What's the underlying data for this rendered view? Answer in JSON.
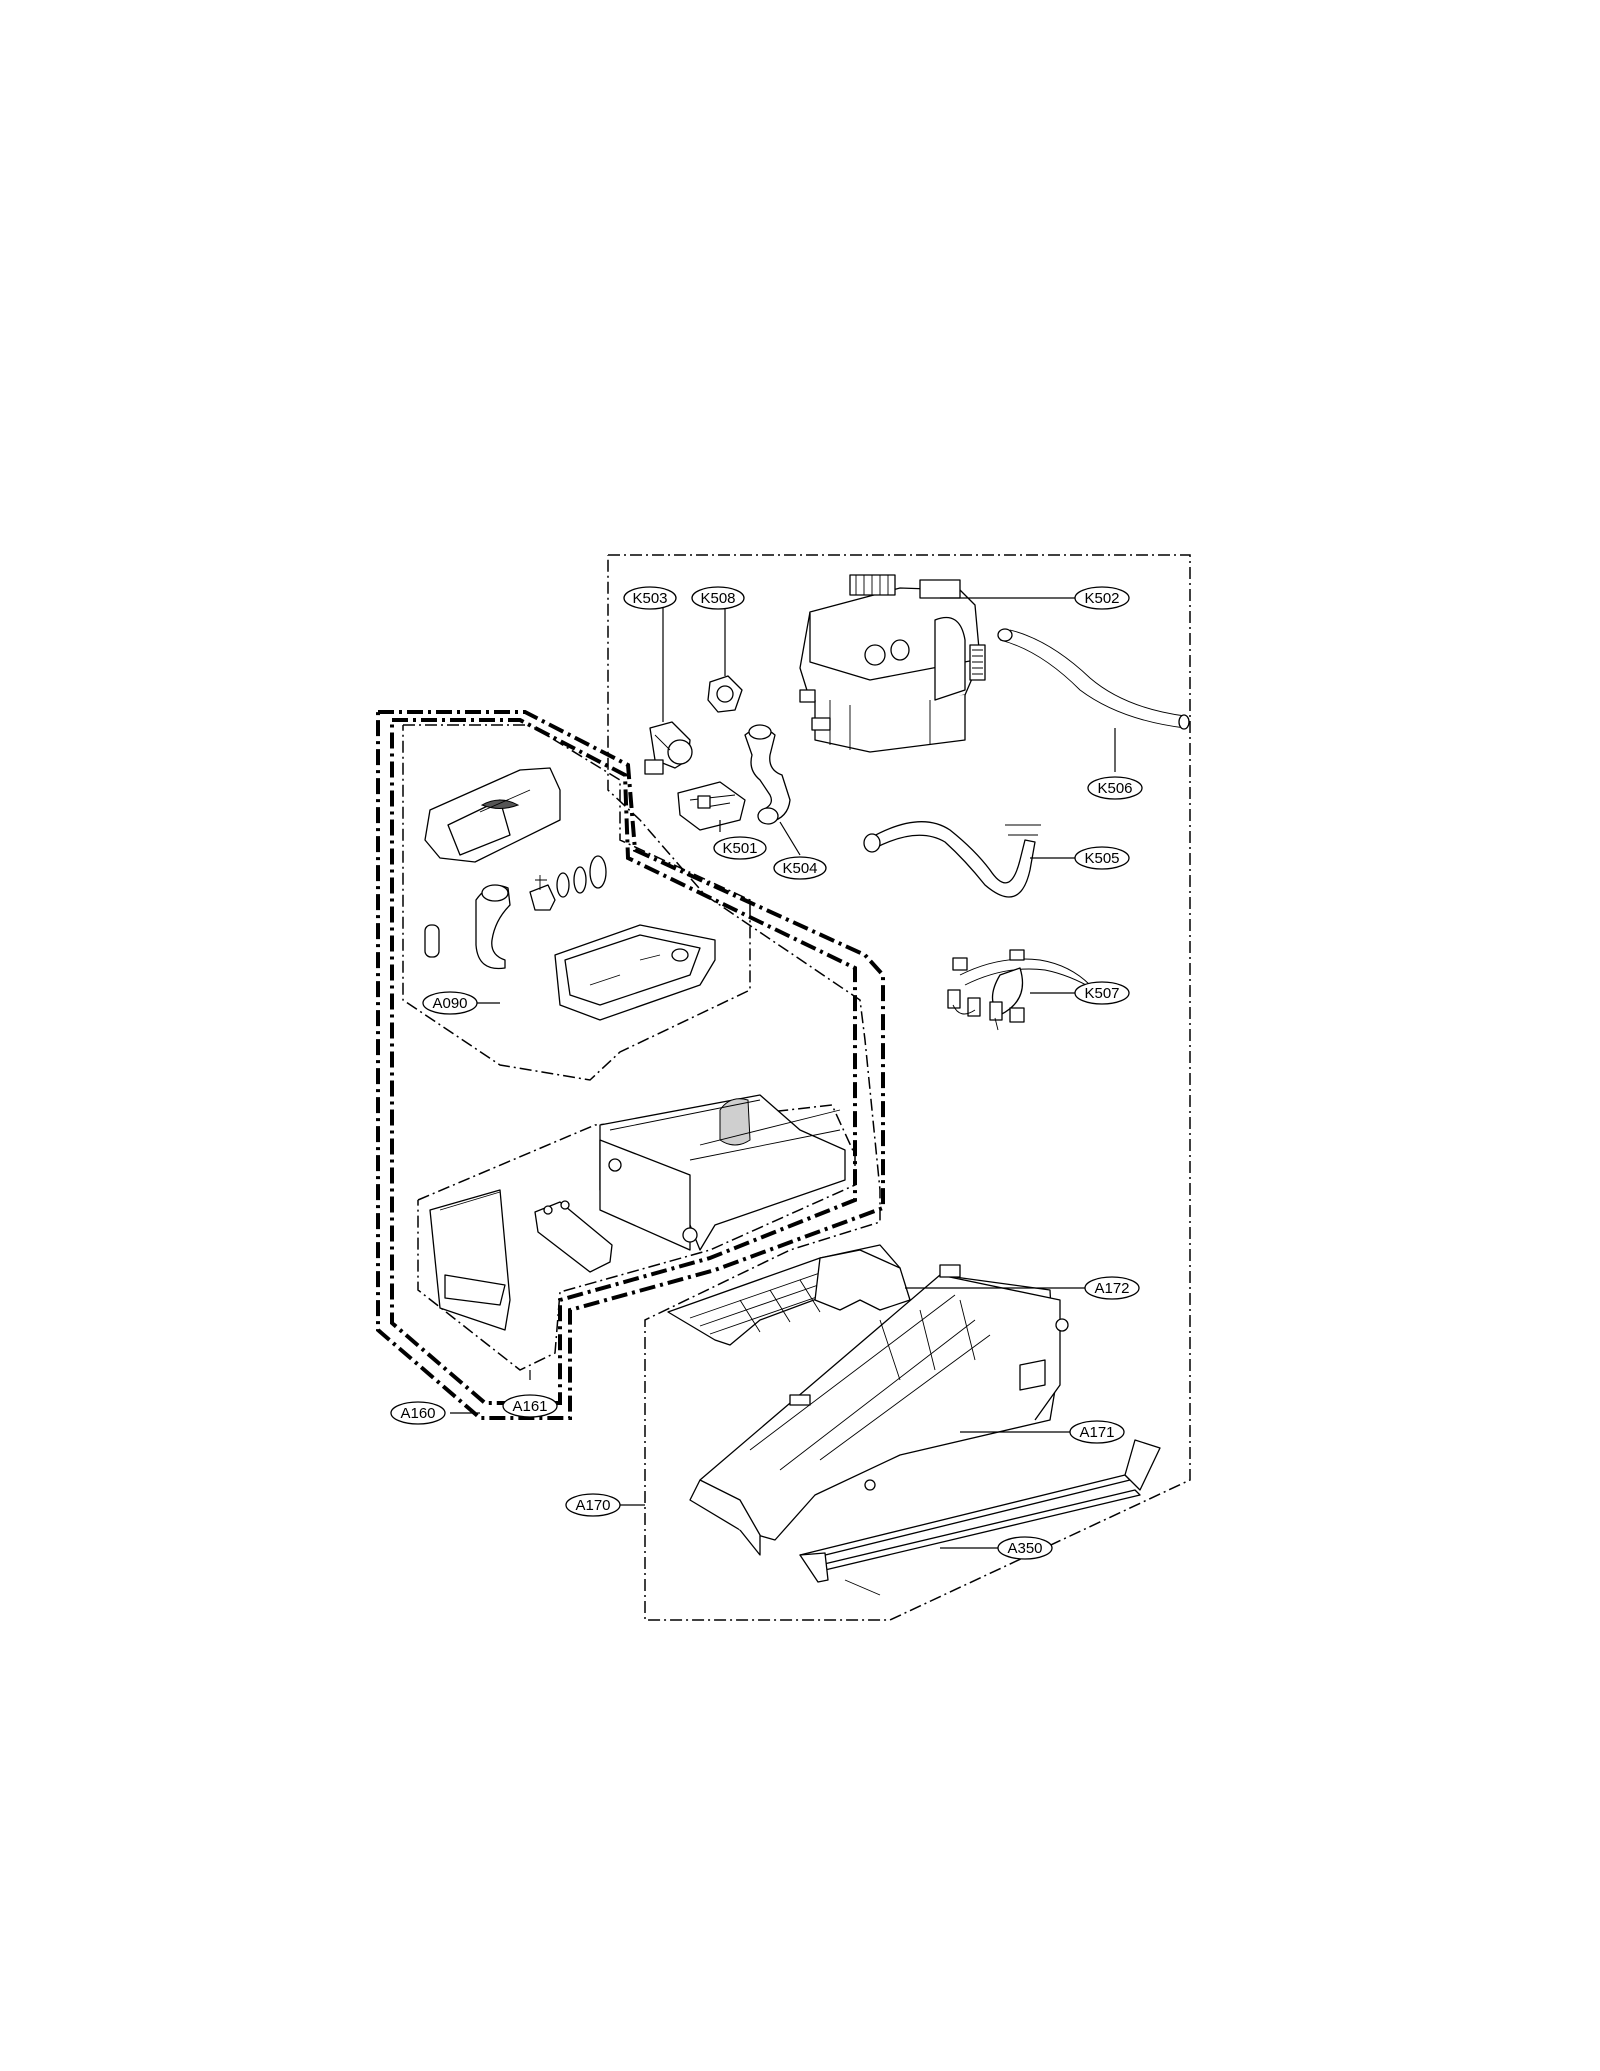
{
  "labels": {
    "K503": "K503",
    "K508": "K508",
    "K502": "K502",
    "K506": "K506",
    "K501": "K501",
    "K504": "K504",
    "K505": "K505",
    "K507": "K507",
    "A090": "A090",
    "A172": "A172",
    "A171": "A171",
    "A170": "A170",
    "A350": "A350",
    "A160": "A160",
    "A161": "A161"
  }
}
